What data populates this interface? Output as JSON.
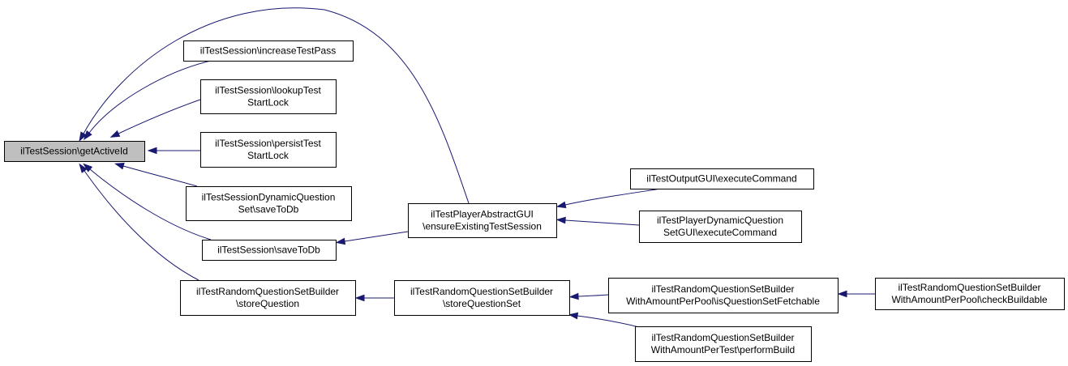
{
  "graph": {
    "nodes": [
      {
        "id": "getActiveId",
        "lines": [
          "ilTestSession\\getActiveId"
        ],
        "root": true
      },
      {
        "id": "increaseTestPass",
        "lines": [
          "ilTestSession\\increaseTestPass"
        ]
      },
      {
        "id": "lookupTestStartLock",
        "lines": [
          "ilTestSession\\lookupTest",
          "StartLock"
        ]
      },
      {
        "id": "persistTestStartLock",
        "lines": [
          "ilTestSession\\persistTest",
          "StartLock"
        ]
      },
      {
        "id": "dynSaveToDb",
        "lines": [
          "ilTestSessionDynamicQuestion",
          "Set\\saveToDb"
        ]
      },
      {
        "id": "saveToDb",
        "lines": [
          "ilTestSession\\saveToDb"
        ]
      },
      {
        "id": "storeQuestion",
        "lines": [
          "ilTestRandomQuestionSetBuilder",
          "\\storeQuestion"
        ]
      },
      {
        "id": "ensureExisting",
        "lines": [
          "ilTestPlayerAbstractGUI",
          "\\ensureExistingTestSession"
        ]
      },
      {
        "id": "storeQuestionSet",
        "lines": [
          "ilTestRandomQuestionSetBuilder",
          "\\storeQuestionSet"
        ]
      },
      {
        "id": "outputExecute",
        "lines": [
          "ilTestOutputGUI\\executeCommand"
        ]
      },
      {
        "id": "dynExecute",
        "lines": [
          "ilTestPlayerDynamicQuestion",
          "SetGUI\\executeCommand"
        ]
      },
      {
        "id": "isFetchable",
        "lines": [
          "ilTestRandomQuestionSetBuilder",
          "WithAmountPerPool\\isQuestionSetFetchable"
        ]
      },
      {
        "id": "performBuild",
        "lines": [
          "ilTestRandomQuestionSetBuilder",
          "WithAmountPerTest\\performBuild"
        ]
      },
      {
        "id": "checkBuildable",
        "lines": [
          "ilTestRandomQuestionSetBuilder",
          "WithAmountPerPool\\checkBuildable"
        ]
      }
    ],
    "edges": [
      {
        "from": "increaseTestPass",
        "to": "getActiveId"
      },
      {
        "from": "lookupTestStartLock",
        "to": "getActiveId"
      },
      {
        "from": "persistTestStartLock",
        "to": "getActiveId"
      },
      {
        "from": "dynSaveToDb",
        "to": "getActiveId"
      },
      {
        "from": "saveToDb",
        "to": "getActiveId"
      },
      {
        "from": "storeQuestion",
        "to": "getActiveId"
      },
      {
        "from": "ensureExisting",
        "to": "getActiveId"
      },
      {
        "from": "ensureExisting",
        "to": "saveToDb"
      },
      {
        "from": "storeQuestionSet",
        "to": "storeQuestion"
      },
      {
        "from": "outputExecute",
        "to": "ensureExisting"
      },
      {
        "from": "dynExecute",
        "to": "ensureExisting"
      },
      {
        "from": "isFetchable",
        "to": "storeQuestionSet"
      },
      {
        "from": "performBuild",
        "to": "storeQuestionSet"
      },
      {
        "from": "checkBuildable",
        "to": "isFetchable"
      }
    ],
    "colors": {
      "edge": "#191970",
      "root_fill": "#bfbfbf",
      "node_fill": "#ffffff",
      "node_border": "#000000"
    }
  }
}
